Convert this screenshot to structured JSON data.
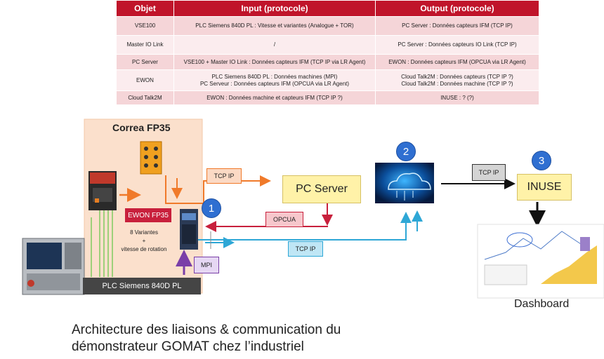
{
  "table": {
    "headers": [
      "Objet",
      "Input (protocole)",
      "Output (protocole)"
    ],
    "rows": [
      [
        "VSE100",
        "PLC Siemens 840D PL : Vitesse et variantes (Analogue + TOR)",
        "PC Server : Données capteurs IFM (TCP IP)"
      ],
      [
        "Master IO Link",
        "/",
        "PC Server : Données capteurs IO Link (TCP IP)"
      ],
      [
        "PC Server",
        "VSE100 + Master IO Link : Données capteurs IFM (TCP IP via LR Agent)",
        "EWON : Données capteurs IFM (OPCUA via LR Agent)"
      ],
      [
        "EWON",
        "PLC Siemens 840D PL : Données machines (MPI)\nPC Serveur : Données capteurs IFM (OPCUA via LR Agent)",
        "Cloud Talk2M : Données capteurs (TCP IP ?)\nCloud Talk2M : Données machine (TCP IP ?)"
      ],
      [
        "Cloud Talk2M",
        "EWON : Données machine et capteurs IFM (TCP IP ?)",
        "INUSE : ? (?)"
      ]
    ]
  },
  "diagram": {
    "correa_title": "Correa FP35",
    "ewon_label": "EWON FP35",
    "variants_line1": "8 Variantes",
    "variants_line2": "+",
    "variants_line3": "vitesse de rotation",
    "plc_label": "PLC Siemens 840D PL",
    "tcpip_top": "TCP IP",
    "pc_server": "PC Server",
    "opcua": "OPCUA",
    "tcpip_bottom": "TCP IP",
    "mpi": "MPI",
    "tcpip_cloud": "TCP IP",
    "inuse": "INUSE",
    "dashboard": "Dashboard",
    "num1": "1",
    "num2": "2",
    "num3": "3"
  },
  "caption": {
    "line1": "Architecture des liaisons & communication du",
    "line2": "démonstrateur GOMAT chez l’industriel"
  },
  "colors": {
    "table_header": "#c0142a",
    "orange_arrow": "#f07a2a",
    "crimson_arrow": "#c8203c",
    "blue_arrow": "#2ea7d6",
    "purple_arrow": "#7a3fa8",
    "yellow_box": "#fff2a8",
    "circle_blue": "#2f6fd1"
  }
}
